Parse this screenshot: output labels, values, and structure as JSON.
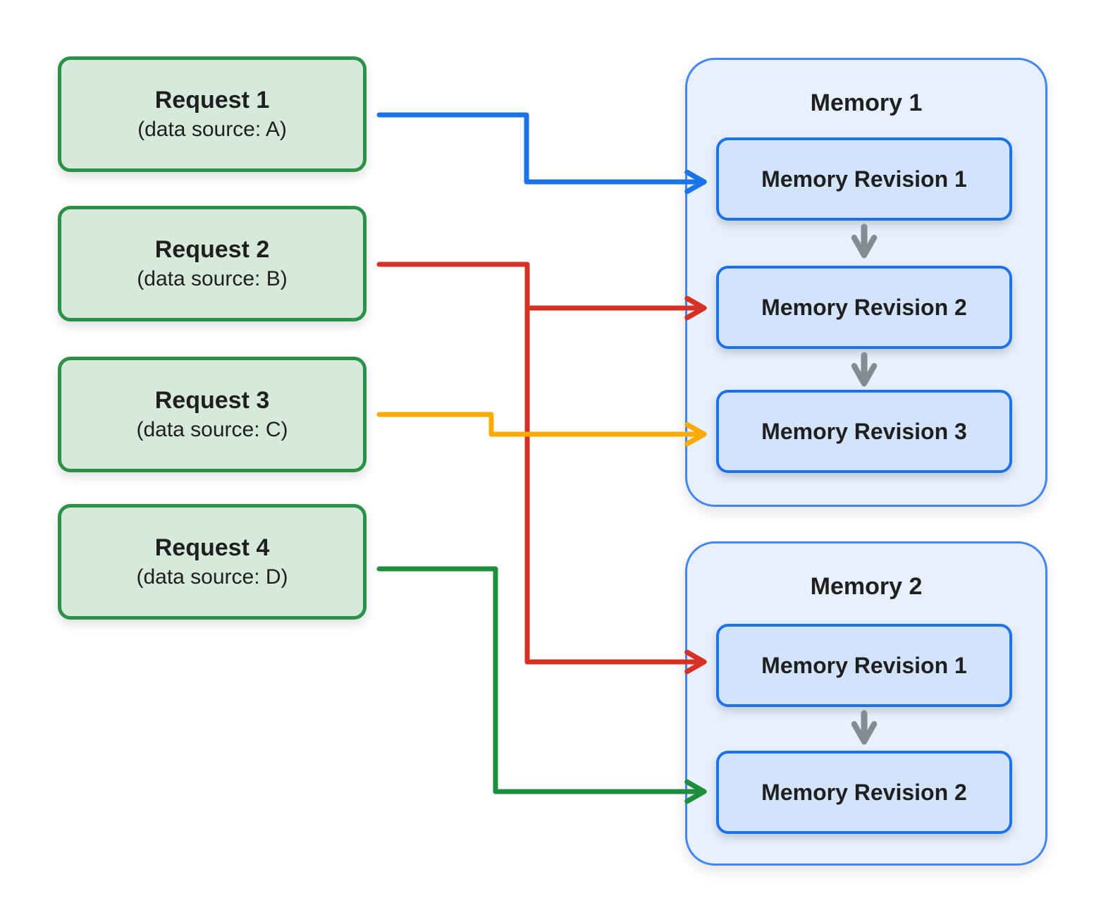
{
  "diagram": {
    "requests": [
      {
        "title": "Request 1",
        "subtitle": "(data source: A)"
      },
      {
        "title": "Request 2",
        "subtitle": "(data source: B)"
      },
      {
        "title": "Request 3",
        "subtitle": "(data source: C)"
      },
      {
        "title": "Request 4",
        "subtitle": "(data source: D)"
      }
    ],
    "memories": [
      {
        "title": "Memory 1",
        "revisions": [
          "Memory Revision 1",
          "Memory Revision 2",
          "Memory Revision 3"
        ]
      },
      {
        "title": "Memory 2",
        "revisions": [
          "Memory Revision 1",
          "Memory Revision 2"
        ]
      }
    ],
    "connections": [
      {
        "from": "Request 1 (data source: A)",
        "to": "Memory 1 / Memory Revision 1",
        "color_name": "blue",
        "color": "#1a73e8"
      },
      {
        "from": "Request 2 (data source: B)",
        "to": "Memory 1 / Memory Revision 2",
        "color_name": "red",
        "color": "#d93025"
      },
      {
        "from": "Request 2 (data source: B)",
        "to": "Memory 2 / Memory Revision 1",
        "color_name": "red",
        "color": "#d93025"
      },
      {
        "from": "Request 3 (data source: C)",
        "to": "Memory 1 / Memory Revision 3",
        "color_name": "yellow",
        "color": "#f9ab00"
      },
      {
        "from": "Request 4 (data source: D)",
        "to": "Memory 2 / Memory Revision 2",
        "color_name": "green",
        "color": "#1e8e3e"
      }
    ],
    "colors": {
      "request_fill": "#d6e9db",
      "request_border": "#2a9147",
      "memory_fill": "#e8f0fe",
      "memory_border": "#4285f4",
      "revision_fill": "#d2e3fc",
      "revision_border": "#1a73e8",
      "connector_blue": "#1a73e8",
      "connector_red": "#d93025",
      "connector_yellow": "#f9ab00",
      "connector_green": "#1e8e3e",
      "flow_arrow_gray": "#848b92",
      "text": "#1f1f1f",
      "background": "#ffffff"
    }
  }
}
